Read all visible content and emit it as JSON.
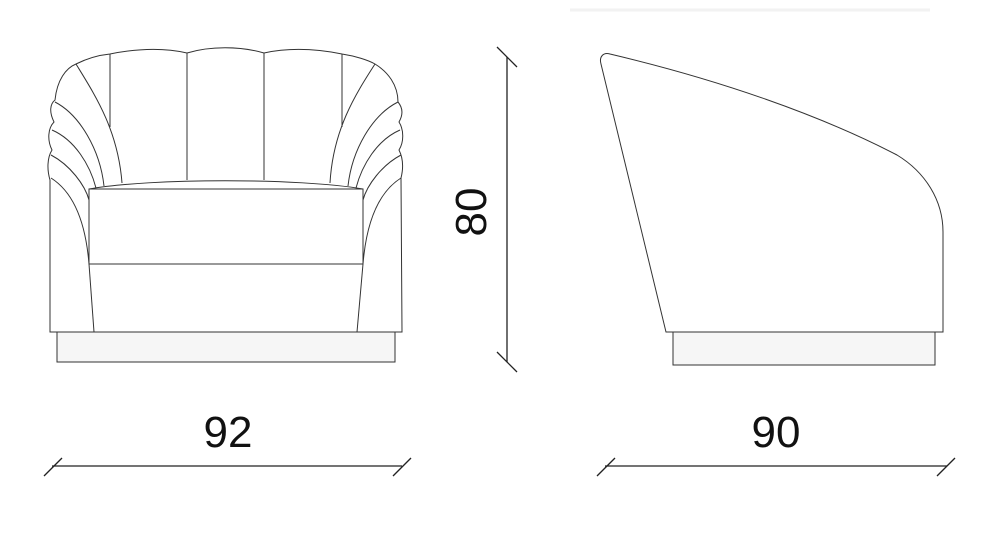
{
  "drawing": {
    "front_view": {
      "width_label": "92"
    },
    "side_view": {
      "depth_label": "90"
    },
    "height_label": "80"
  }
}
